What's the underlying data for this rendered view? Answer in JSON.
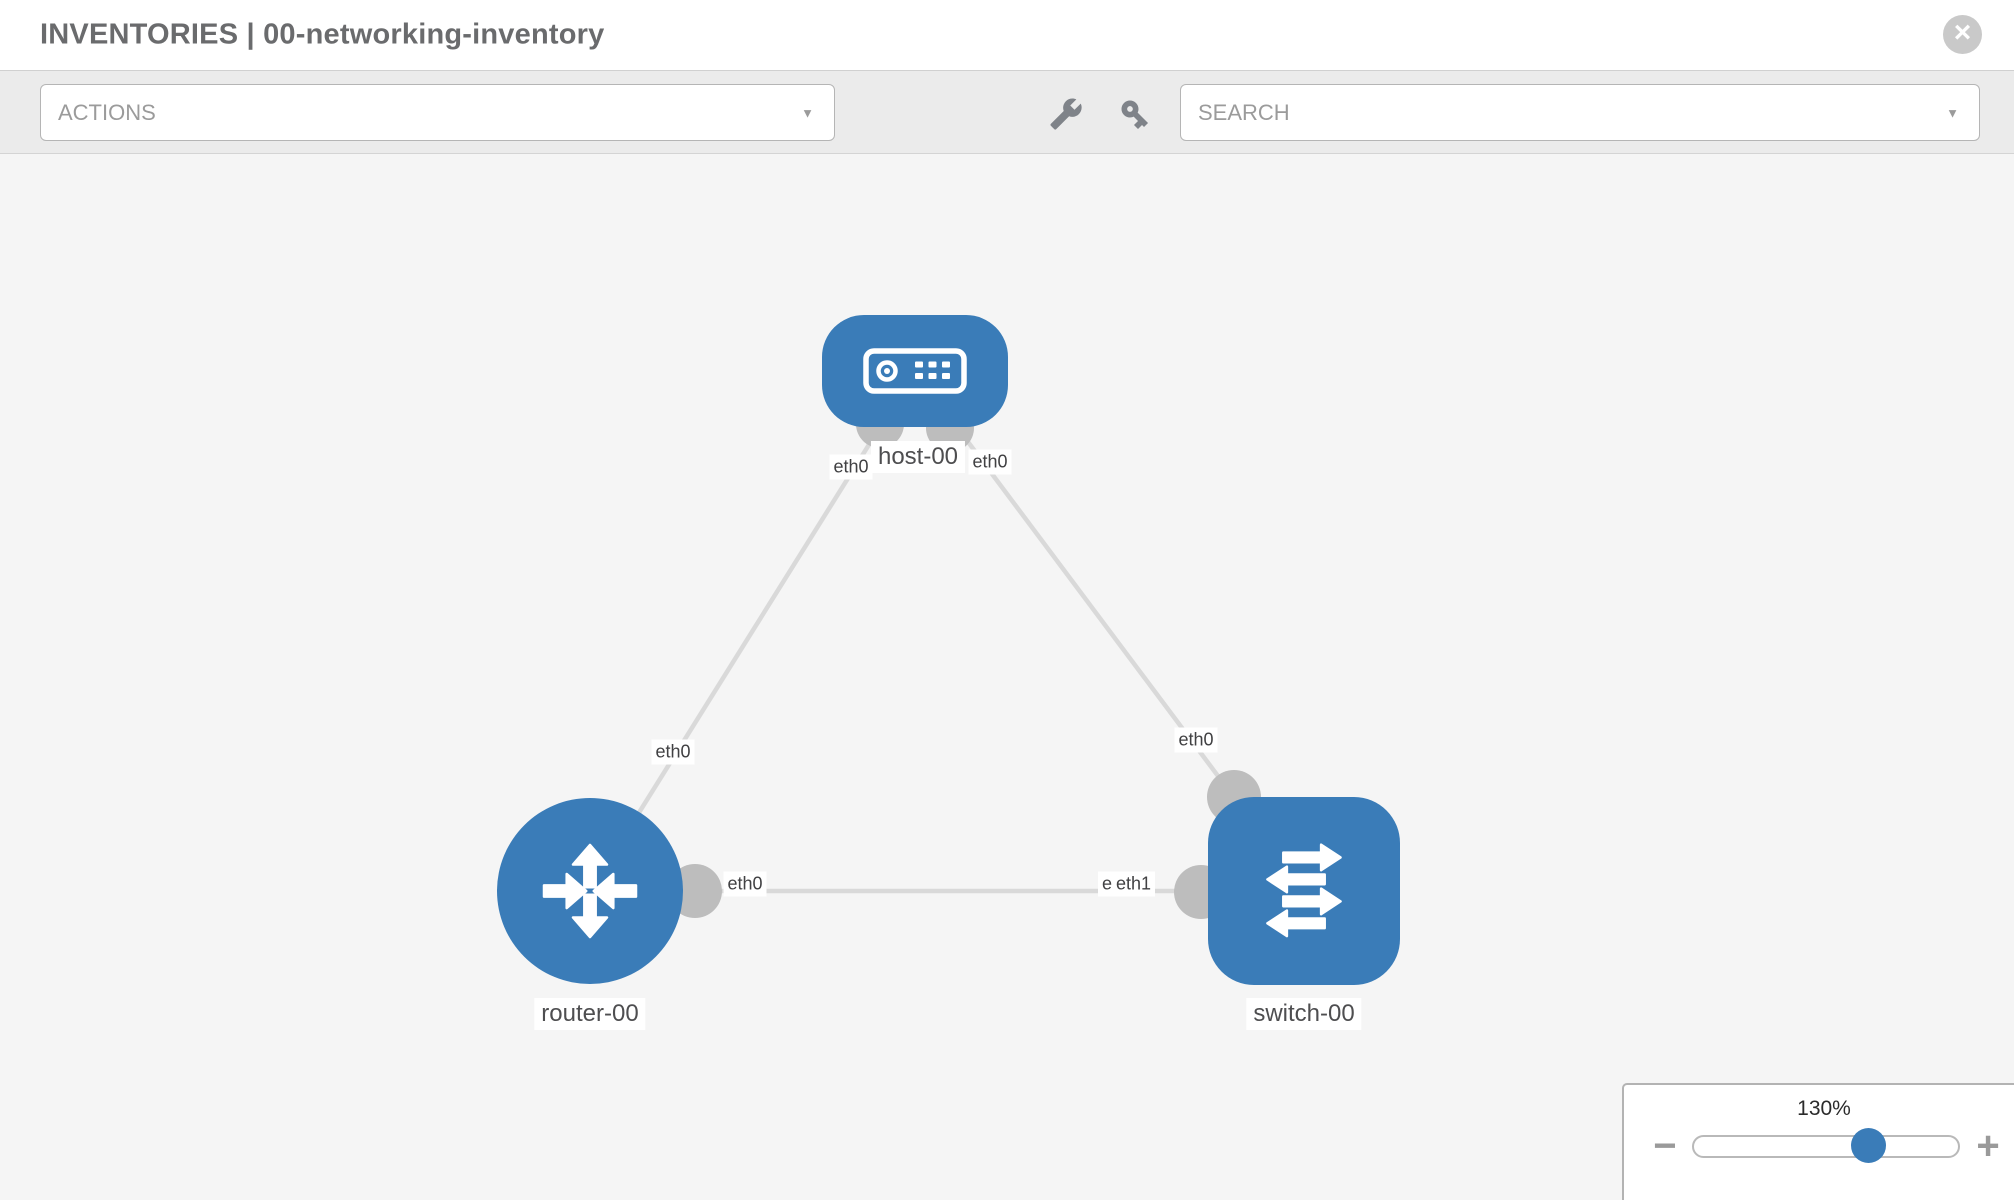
{
  "header": {
    "title": "INVENTORIES | 00-networking-inventory",
    "close_icon": "×"
  },
  "toolbar": {
    "actions_label": "ACTIONS",
    "search_placeholder": "SEARCH",
    "caret_icon": "▼",
    "icons": [
      "wrench-icon",
      "key-icon"
    ]
  },
  "topology": {
    "nodes": [
      {
        "label": "host-00",
        "type": "host"
      },
      {
        "label": "router-00",
        "type": "router"
      },
      {
        "label": "switch-00",
        "type": "switch"
      }
    ],
    "links": [
      {
        "source": "host-00",
        "target": "router-00",
        "source_interface": "eth0",
        "target_interface": "eth0"
      },
      {
        "source": "host-00",
        "target": "switch-00",
        "source_interface": "eth0",
        "target_interface": "eth0"
      },
      {
        "source": "router-00",
        "target": "switch-00",
        "source_interface": "eth0",
        "target_interface": "eth1",
        "hidden_interface_label": "eth0"
      }
    ]
  },
  "zoom_control": {
    "level": "130%",
    "minus_icon": "−",
    "plus_icon": "+"
  },
  "colors": {
    "node_blue": "#3a7cb8",
    "link_gray": "#d9d9d9",
    "endpoint_gray": "#bdbdbd",
    "canvas_bg": "#f5f5f5",
    "toolbar_bg": "#ebebeb",
    "title_gray": "#6a6b6d"
  }
}
